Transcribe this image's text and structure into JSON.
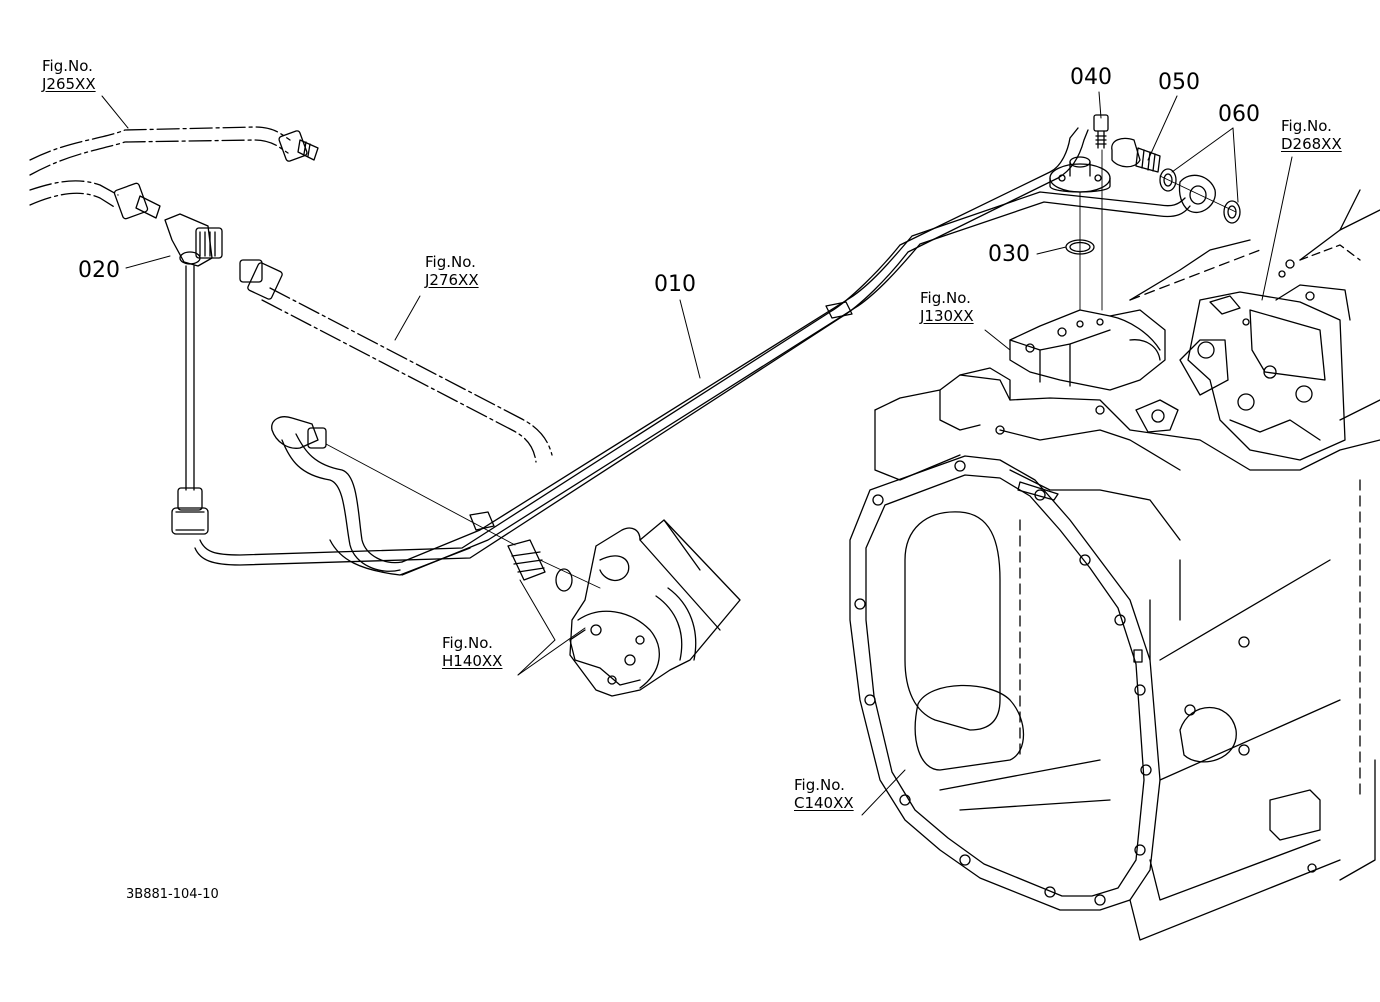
{
  "drawing_number": "3B881-104-10",
  "part_labels": {
    "p010": "010",
    "p020": "020",
    "p030": "030",
    "p040": "040",
    "p050": "050",
    "p060": "060"
  },
  "figure_refs": {
    "j265": {
      "prefix": "Fig.No.",
      "code": "J265XX"
    },
    "j276": {
      "prefix": "Fig.No.",
      "code": "J276XX"
    },
    "j130": {
      "prefix": "Fig.No.",
      "code": "J130XX"
    },
    "d268": {
      "prefix": "Fig.No.",
      "code": "D268XX"
    },
    "h140": {
      "prefix": "Fig.No.",
      "code": "H140XX"
    },
    "c140": {
      "prefix": "Fig.No.",
      "code": "C140XX"
    }
  },
  "colors": {
    "ink": "#000000",
    "paper": "#ffffff"
  }
}
